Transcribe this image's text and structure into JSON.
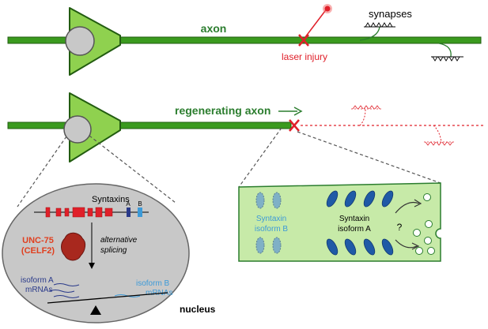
{
  "labels": {
    "axon": "axon",
    "synapses": "synapses",
    "laser_injury": "laser injury",
    "regenerating_axon": "regenerating axon",
    "syntaxins": "Syntaxins",
    "exon_a": "A",
    "exon_b": "B",
    "unc75": "UNC-75",
    "celf2": "(CELF2)",
    "alternative": "alternative",
    "splicing": "splicing",
    "isoform_a_mrna_line1": "isoform A",
    "isoform_a_mrna_line2": "mRNAs",
    "isoform_b_mrna_line1": "isoform B",
    "isoform_b_mrna_line2": "mRNAs",
    "nucleus": "nucleus",
    "syntaxin_b_line1": "Syntaxin",
    "syntaxin_b_line2": "isoform B",
    "syntaxin_a_line1": "Syntaxin",
    "syntaxin_a_line2": "isoform A",
    "question": "?"
  },
  "colors": {
    "axon_green": "#3a9a1e",
    "soma_fill": "#8fd14f",
    "nucleus_fill": "#c8c8c8",
    "injury_red": "#e0202a",
    "regeneration_green": "#2b7d2e",
    "inset_fill": "#c7eaa8",
    "isoform_a_blue": "#1f5aa6",
    "isoform_b_blue": "#3c9ad8",
    "unc75_red": "#e04020",
    "dark_blue_text": "#2a3a8a"
  }
}
